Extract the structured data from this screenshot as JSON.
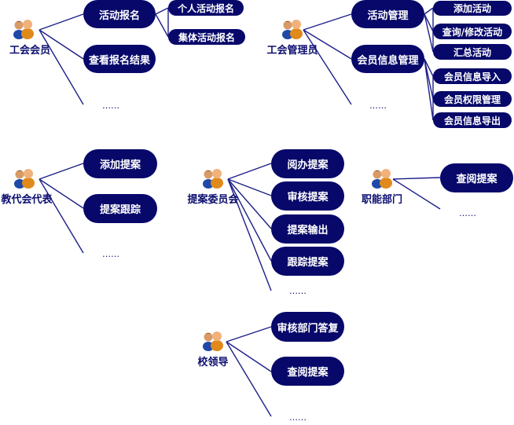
{
  "actors": {
    "member": "工会会员",
    "admin": "工会管理员",
    "rep": "教代会代表",
    "committee": "提案委员会",
    "dept": "职能部门",
    "leader": "校领导"
  },
  "member": {
    "signup": "活动报名",
    "individual": "个人活动报名",
    "group": "集体活动报名",
    "results": "查看报名结果",
    "more": "……"
  },
  "admin": {
    "activity_mgmt": "活动管理",
    "add_activity": "添加活动",
    "edit_activity": "查询/修改活动",
    "summary": "汇总活动",
    "member_mgmt": "会员信息管理",
    "import": "会员信息导入",
    "permissions": "会员权限管理",
    "export": "会员信息导出",
    "more": "……"
  },
  "rep": {
    "add": "添加提案",
    "track": "提案跟踪",
    "more": "……"
  },
  "committee": {
    "handle": "阅办提案",
    "review": "审核提案",
    "output": "提案输出",
    "track": "跟踪提案",
    "more": "……"
  },
  "dept": {
    "view": "查阅提案",
    "more": "……"
  },
  "leader": {
    "review_reply": "审核部门答复",
    "view": "查阅提案",
    "more": "……"
  },
  "colors": {
    "node": "#07086a",
    "line": "#1c1f88",
    "text": "#0b0d6e"
  },
  "icons": {
    "actor": "user-group-icon"
  }
}
